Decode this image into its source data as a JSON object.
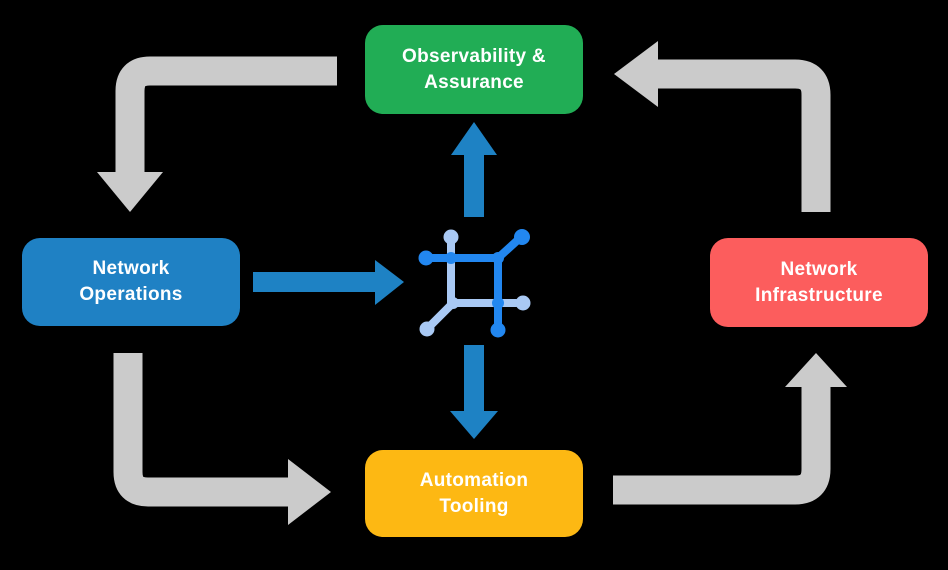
{
  "diagram": {
    "type": "cycle-flow-diagram",
    "center_icon": "network-mesh-icon"
  },
  "colors": {
    "background": "#000000",
    "text": "#FFFFFF",
    "cycle_arrow": "#CBCBCB",
    "flow_arrow": "#1E82C4",
    "icon_dark": "#2287F0",
    "icon_light": "#A9C9F4"
  },
  "nodes": {
    "observability": {
      "label": "Observability & Assurance",
      "line1": "Observability &",
      "line2": "Assurance",
      "color": "#21AD55"
    },
    "operations": {
      "label": "Network Operations",
      "line1": "Network",
      "line2": "Operations",
      "color": "#1F81C4"
    },
    "infrastructure": {
      "label": "Network Infrastructure",
      "line1": "Network",
      "line2": "Infrastructure",
      "color": "#FC5D5D"
    },
    "automation": {
      "label": "Automation Tooling",
      "line1": "Automation",
      "line2": "Tooling",
      "color": "#FDB813"
    }
  },
  "flows": {
    "cycle": [
      {
        "from": "Observability & Assurance",
        "to": "Network Operations"
      },
      {
        "from": "Network Operations",
        "to": "Automation Tooling"
      },
      {
        "from": "Automation Tooling",
        "to": "Network Infrastructure"
      },
      {
        "from": "Network Infrastructure",
        "to": "Observability & Assurance"
      }
    ],
    "center": [
      {
        "from": "Network Operations",
        "to": "center icon"
      },
      {
        "from": "center icon",
        "to": "Observability & Assurance"
      },
      {
        "from": "center icon",
        "to": "Automation Tooling"
      }
    ]
  }
}
